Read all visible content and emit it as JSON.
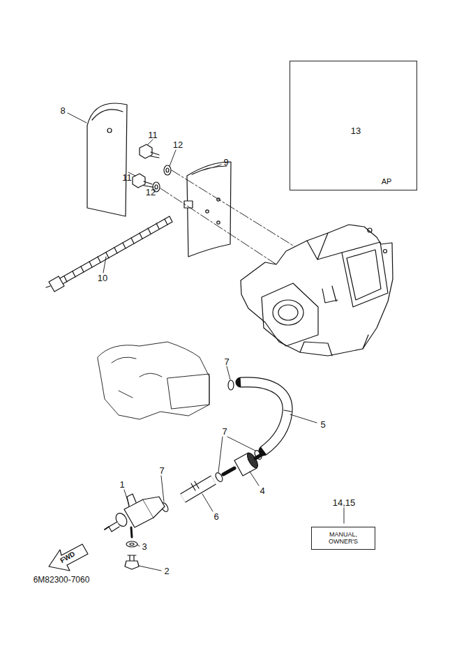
{
  "diagram": {
    "nodes": [
      {
        "text": [
          "13",
          "AP"
        ]
      },
      {
        "text": [
          "MANUAL, OWNER'S"
        ]
      }
    ],
    "labels": [
      "8",
      "11",
      "12",
      "9",
      "11",
      "12",
      "10",
      "7",
      "5",
      "7",
      "4",
      "1",
      "7",
      "6",
      "3",
      "2",
      "14,15",
      "FWD",
      "6M82300-7060"
    ]
  }
}
